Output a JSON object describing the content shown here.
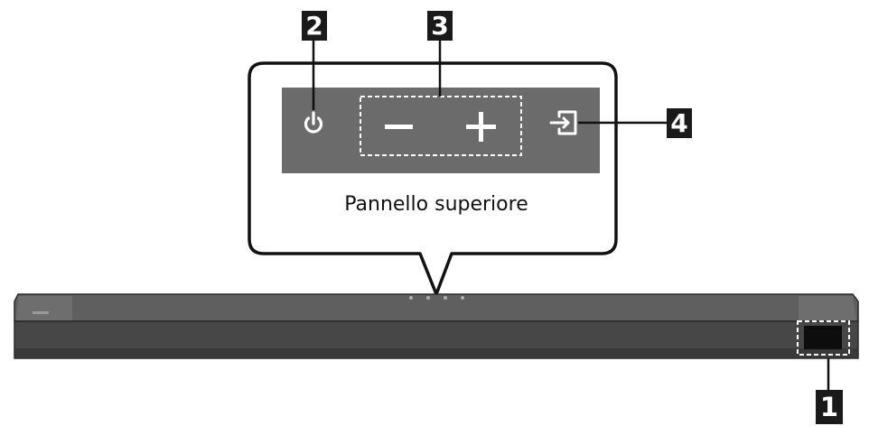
{
  "panel": {
    "caption": "Pannello superiore"
  },
  "callouts": {
    "c1": "1",
    "c2": "2",
    "c3": "3",
    "c4": "4"
  },
  "icons": {
    "power": "power-icon",
    "minus": "minus-icon",
    "plus": "plus-icon",
    "source": "source-input-icon"
  },
  "colors": {
    "panel_gray": "#6b6b6b",
    "bar_dark": "#4a4a4a",
    "badge": "#1a1a1a"
  }
}
